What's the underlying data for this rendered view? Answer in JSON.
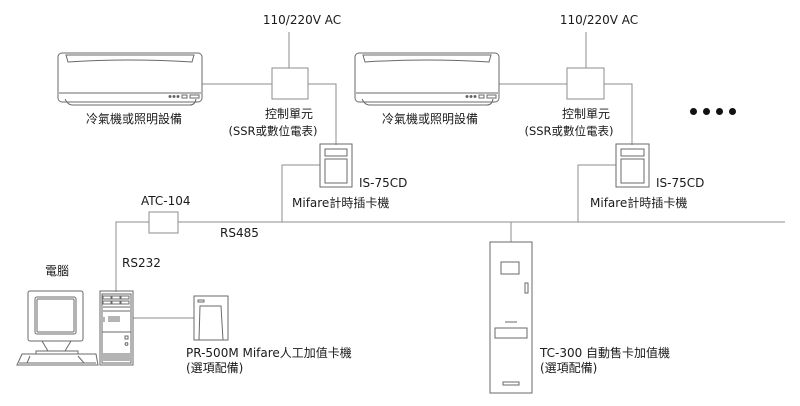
{
  "diagram": {
    "title": "Mifare 計時插卡系統架構",
    "power_label_1": "110/220V AC",
    "power_label_2": "110/220V AC",
    "appliance_label_1": "冷氣機或照明設備",
    "appliance_label_2": "冷氣機或照明設備",
    "control_unit_title_1": "控制單元",
    "control_unit_sub_1": "(SSR或數位電表)",
    "control_unit_title_2": "控制單元",
    "control_unit_sub_2": "(SSR或數位電表)",
    "card_reader_model_1": "IS-75CD",
    "card_reader_name_1": "Mifare計時插卡機",
    "card_reader_model_2": "IS-75CD",
    "card_reader_name_2": "Mifare計時插卡機",
    "converter_label": "ATC-104",
    "bus_label": "RS485",
    "serial_label": "RS232",
    "computer_label": "電腦",
    "manual_topup_label": "PR-500M Mifare人工加值卡機",
    "manual_topup_note": "(選項配備)",
    "kiosk_label": "TC-300 自動售卡加值機",
    "kiosk_note": "(選項配備)",
    "continuation": "more-units-ellipsis",
    "colors": {
      "line": "#8c8c8c",
      "text": "#1a1a1a",
      "dot": "#111111"
    }
  },
  "nodes": [
    {
      "id": "ac-1",
      "label": "冷氣機或照明設備"
    },
    {
      "id": "ctrl-1",
      "label": "控制單元 (SSR或數位電表)"
    },
    {
      "id": "reader-1",
      "label": "IS-75CD Mifare計時插卡機"
    },
    {
      "id": "ac-2",
      "label": "冷氣機或照明設備"
    },
    {
      "id": "ctrl-2",
      "label": "控制單元 (SSR或數位電表)"
    },
    {
      "id": "reader-2",
      "label": "IS-75CD Mifare計時插卡機"
    },
    {
      "id": "atc-104",
      "label": "ATC-104"
    },
    {
      "id": "pc",
      "label": "電腦"
    },
    {
      "id": "pr-500m",
      "label": "PR-500M Mifare人工加值卡機 (選項配備)"
    },
    {
      "id": "tc-300",
      "label": "TC-300 自動售卡加值機 (選項配備)"
    }
  ],
  "edges": [
    {
      "from": "power-1",
      "to": "ctrl-1"
    },
    {
      "from": "ac-1",
      "to": "ctrl-1"
    },
    {
      "from": "ctrl-1",
      "to": "reader-1"
    },
    {
      "from": "reader-1",
      "to": "rs485-bus"
    },
    {
      "from": "power-2",
      "to": "ctrl-2"
    },
    {
      "from": "ac-2",
      "to": "ctrl-2"
    },
    {
      "from": "ctrl-2",
      "to": "reader-2"
    },
    {
      "from": "reader-2",
      "to": "rs485-bus"
    },
    {
      "from": "atc-104",
      "to": "rs485-bus",
      "label": "RS485"
    },
    {
      "from": "pc",
      "to": "atc-104",
      "label": "RS232"
    },
    {
      "from": "pc",
      "to": "pr-500m"
    },
    {
      "from": "tc-300",
      "to": "rs485-bus"
    }
  ]
}
